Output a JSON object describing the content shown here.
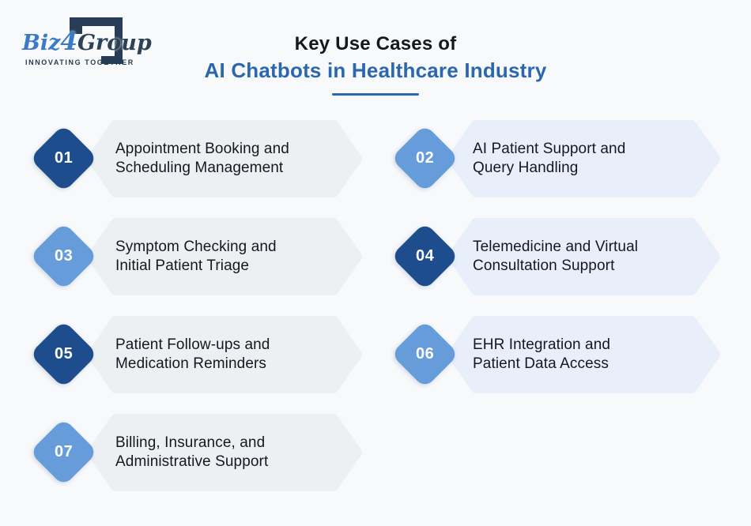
{
  "page": {
    "background": "#f7f9fb"
  },
  "logo": {
    "brand_biz": "Biz",
    "brand_4": "4",
    "brand_group": "Group",
    "tagline": "INNOVATING TOGETHER",
    "bracket_color": "#273c57"
  },
  "title": {
    "line1": "Key Use Cases of",
    "line2": "AI Chatbots in Healthcare Industry",
    "accent_color": "#2b67ae",
    "text_color": "#15191f"
  },
  "colors": {
    "diamond_dark": "#1d4d8c",
    "diamond_light": "#659cd9",
    "hexagon_gray": "#edf0f3",
    "hexagon_blue": "#e8eefa",
    "background": "#f7f9fb"
  },
  "items": [
    {
      "number": "01",
      "line1": "Appointment Booking and",
      "line2": "Scheduling Management",
      "diamond": "dark",
      "column": "left"
    },
    {
      "number": "02",
      "line1": "AI Patient Support and",
      "line2": "Query Handling",
      "diamond": "light",
      "column": "right"
    },
    {
      "number": "03",
      "line1": "Symptom Checking and",
      "line2": "Initial Patient Triage",
      "diamond": "light",
      "column": "left"
    },
    {
      "number": "04",
      "line1": "Telemedicine and Virtual",
      "line2": "Consultation Support",
      "diamond": "dark",
      "column": "right"
    },
    {
      "number": "05",
      "line1": "Patient Follow-ups and",
      "line2": "Medication Reminders",
      "diamond": "dark",
      "column": "left"
    },
    {
      "number": "06",
      "line1": "EHR Integration and",
      "line2": "Patient Data Access",
      "diamond": "light",
      "column": "right"
    },
    {
      "number": "07",
      "line1": "Billing, Insurance, and",
      "line2": "Administrative Support",
      "diamond": "light",
      "column": "left"
    }
  ]
}
